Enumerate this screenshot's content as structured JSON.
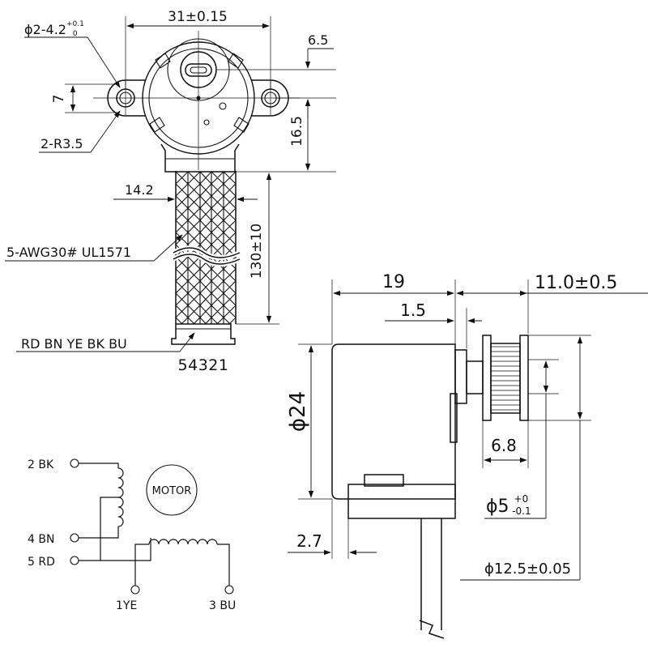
{
  "dimensions": {
    "hole_dia": "ϕ2-4.2",
    "hole_tol_upper": "+0.1",
    "hole_tol_lower": "0",
    "body_width": "31±0.15",
    "shaft_offset": "6.5",
    "hole_offset": "7",
    "radius": "2-R3.5",
    "height": "16.5",
    "connector_width": "14.2",
    "cable_spec": "5-AWG30#  UL1571",
    "cable_length": "130±10",
    "wire_colors": "RD BN YE BK BU",
    "pin_numbers": "54321",
    "side_length": "19",
    "gear_length": "11.0±0.5",
    "flange_thickness": "1.5",
    "body_dia": "ϕ24",
    "gear_width": "6.8",
    "shaft_dia": "ϕ5",
    "shaft_tol_upper": "+0",
    "shaft_tol_lower": "-0.1",
    "base_thickness": "2.7",
    "gear_dia": "ϕ12.5±0.05"
  },
  "schematic": {
    "motor_label": "MOTOR",
    "pin2": "2  BK",
    "pin4": "4  BN",
    "pin5": "5  RD",
    "pin1": "1YE",
    "pin3": "3  BU"
  }
}
